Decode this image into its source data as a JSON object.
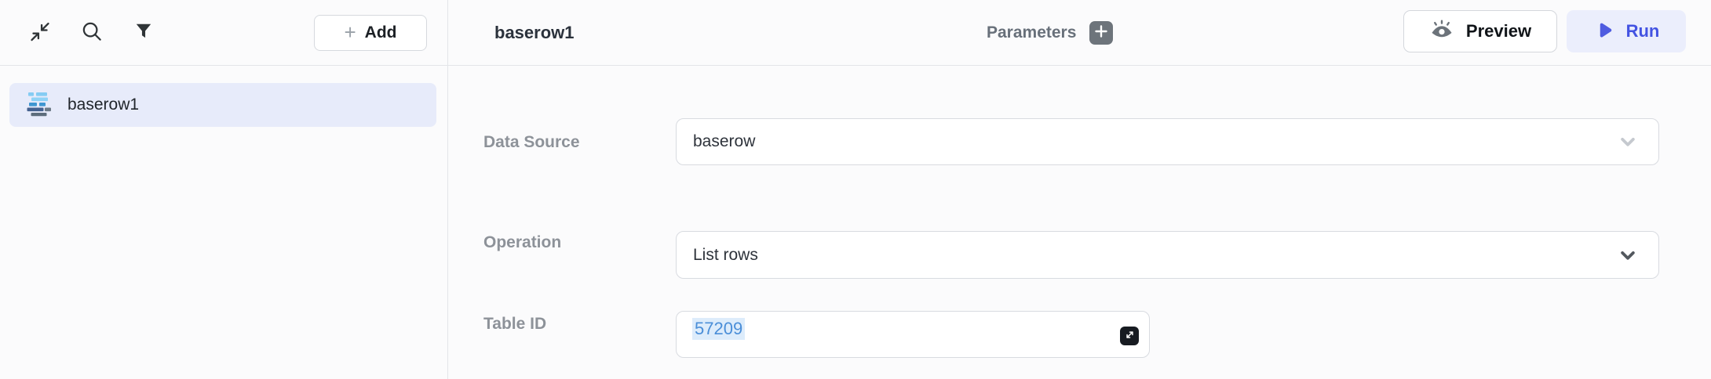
{
  "sidebar": {
    "add_button_label": "Add",
    "items": [
      {
        "label": "baserow1",
        "icon": "baserow-logo-icon",
        "selected": true
      }
    ]
  },
  "header": {
    "title": "baserow1",
    "parameters_label": "Parameters",
    "preview_button_label": "Preview",
    "run_button_label": "Run"
  },
  "form": {
    "fields": [
      {
        "label": "Data Source",
        "value": "baserow",
        "type": "select",
        "chevron": "chevron-down-icon"
      },
      {
        "label": "Operation",
        "value": "List rows",
        "type": "select",
        "chevron": "chevron-down-icon"
      },
      {
        "label": "Table ID",
        "value": "57209",
        "type": "code-input",
        "expand_icon": "expand-icon"
      }
    ]
  },
  "icons": {
    "collapse": "collapse-diagonal-arrows",
    "search": "magnifier",
    "filter": "funnel-filled",
    "plus": "+",
    "eye": "eye-with-lashes",
    "play": "play-triangle",
    "expand": "diagonal-resize-arrow"
  },
  "colors": {
    "accent_run": "#4353e2",
    "run_button_bg": "#ebeefc",
    "selected_item_bg": "#e7ebfa",
    "code_value_text": "#4a8ed8",
    "code_value_highlight": "#ddecfb",
    "label_gray": "#8d9299",
    "border_gray": "#d8dbe0"
  }
}
